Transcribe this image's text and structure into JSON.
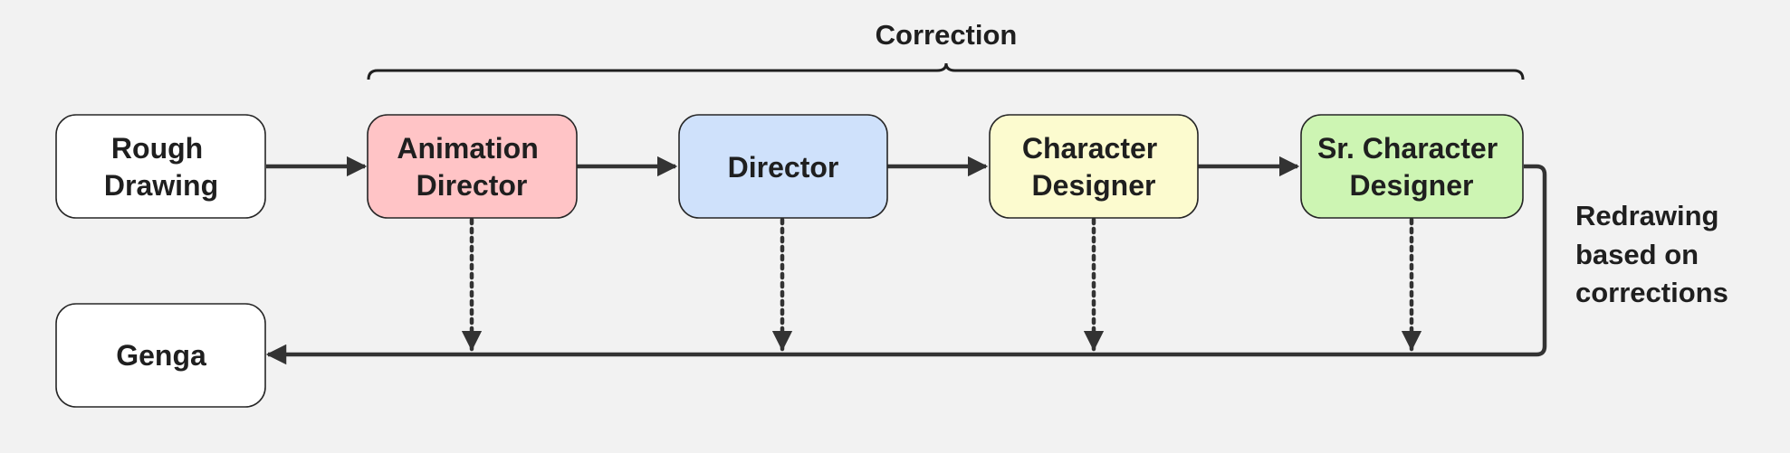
{
  "diagram": {
    "correction_label": "Correction",
    "redraw_label": [
      "Redrawing",
      "based on",
      "corrections"
    ],
    "nodes": [
      {
        "id": "rough-drawing",
        "lines": [
          "Rough",
          "Drawing"
        ],
        "fill": "#ffffff"
      },
      {
        "id": "animation-director",
        "lines": [
          "Animation",
          "Director"
        ],
        "fill": "#ffc4c6"
      },
      {
        "id": "director",
        "lines": [
          "Director"
        ],
        "fill": "#cfe1fb"
      },
      {
        "id": "character-designer",
        "lines": [
          "Character",
          "Designer"
        ],
        "fill": "#fcfbcf"
      },
      {
        "id": "sr-character-designer",
        "lines": [
          "Sr. Character",
          "Designer"
        ],
        "fill": "#cdf5b3"
      },
      {
        "id": "genga",
        "lines": [
          "Genga"
        ],
        "fill": "#ffffff"
      }
    ]
  }
}
